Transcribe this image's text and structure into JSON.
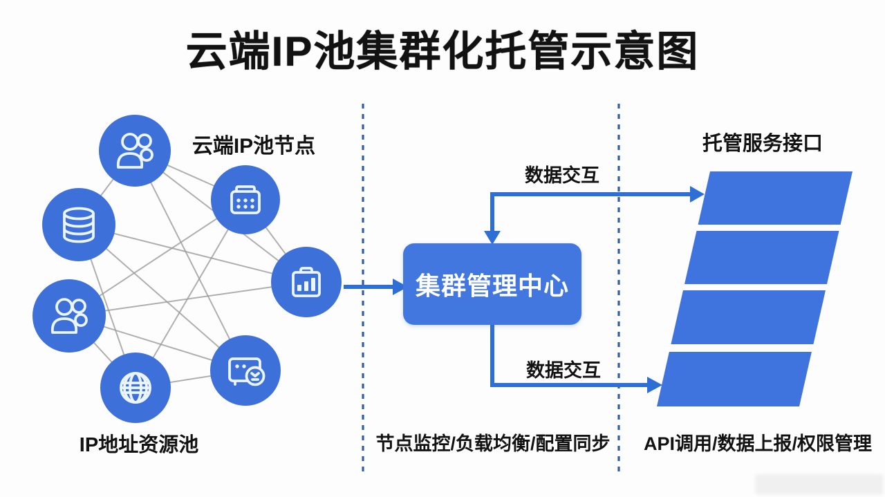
{
  "title": "云端IP池集群化托管示意图",
  "left_panel": {
    "cluster_label": "云端IP池节点",
    "pool_label": "IP地址资源池",
    "nodes": [
      {
        "icon": "users-icon"
      },
      {
        "icon": "database-icon"
      },
      {
        "icon": "calendar-icon"
      },
      {
        "icon": "users-icon"
      },
      {
        "icon": "globe-icon"
      },
      {
        "icon": "terminal-clock-icon"
      },
      {
        "icon": "chart-bag-icon"
      }
    ]
  },
  "center_panel": {
    "box_label": "集群管理中心",
    "caption": "节点监控/负载均衡/配置同步"
  },
  "right_panel": {
    "header": "托管服务接口",
    "caption": "API调用/数据上报/权限管理",
    "bar_count": 4
  },
  "connectors": {
    "top_label": "数据交互",
    "bottom_label": "数据交互"
  },
  "colors": {
    "node_blue": "#3e70d9",
    "box_blue": "#4277e0",
    "bar_blue": "#3f73dd",
    "arrow_blue": "#2e6fd6",
    "dashed_blue": "#2f5fa8",
    "mesh_gray": "#9b9b9b",
    "icon_light": "#eaf5fe",
    "text_black": "#121212",
    "background": "#fdfdfd"
  }
}
